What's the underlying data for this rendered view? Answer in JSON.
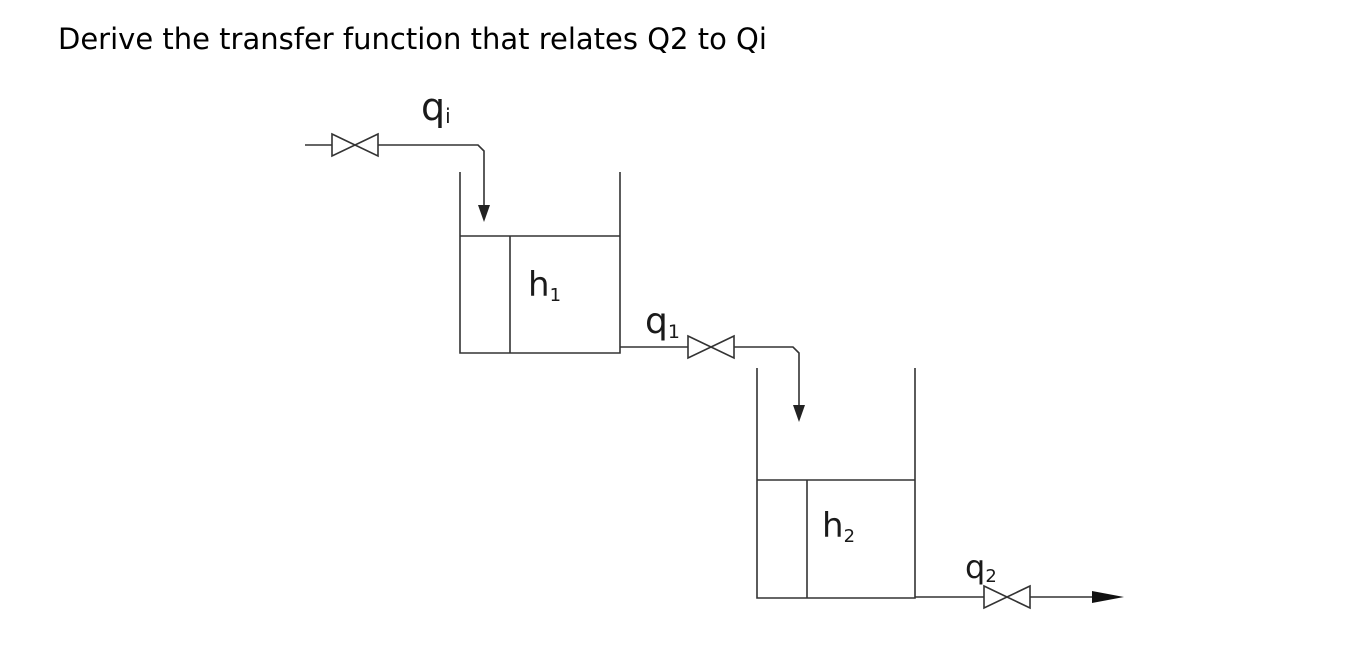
{
  "question": "Derive the transfer function that relates Q2 to Qi",
  "diagram": {
    "inflow": {
      "base": "q",
      "sub": "i"
    },
    "tank1": {
      "base": "h",
      "sub": "1"
    },
    "flow1": {
      "base": "q",
      "sub": "1"
    },
    "tank2": {
      "base": "h",
      "sub": "2"
    },
    "flow2": {
      "base": "q",
      "sub": "2"
    }
  },
  "colors": {
    "line": "#333333",
    "text": "#000000"
  }
}
